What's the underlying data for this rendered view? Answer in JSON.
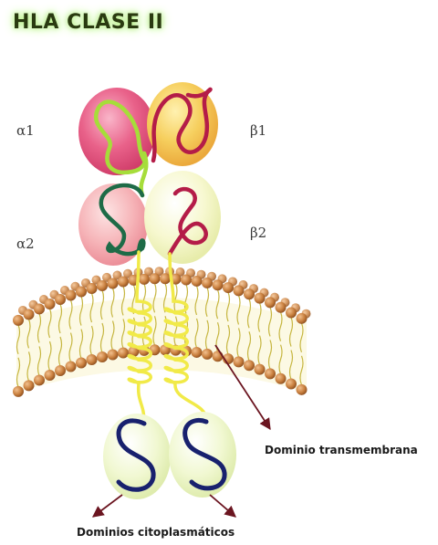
{
  "title": "HLA CLASE II",
  "labels": {
    "alpha1": "α1",
    "beta1": "β1",
    "alpha2": "α2",
    "beta2": "β2",
    "transmembrane": "Dominio transmembrana",
    "cytoplasmic": "Dominios citoplasmáticos"
  },
  "colors": {
    "alpha1_domain": "#e2567c",
    "beta1_domain": "#f2be4a",
    "alpha2_domain": "#f4a8ae",
    "beta2_domain": "#f4f6c6",
    "cyto_domain": "#eef6c8",
    "chain_green": "#a6dd3a",
    "chain_darkgreen": "#1e6b47",
    "chain_crimson": "#b41c48",
    "chain_navy": "#18216e",
    "helix_yellow": "#f1ea48",
    "lipid_head": "#c0773a",
    "arrow": "#6b1520"
  }
}
